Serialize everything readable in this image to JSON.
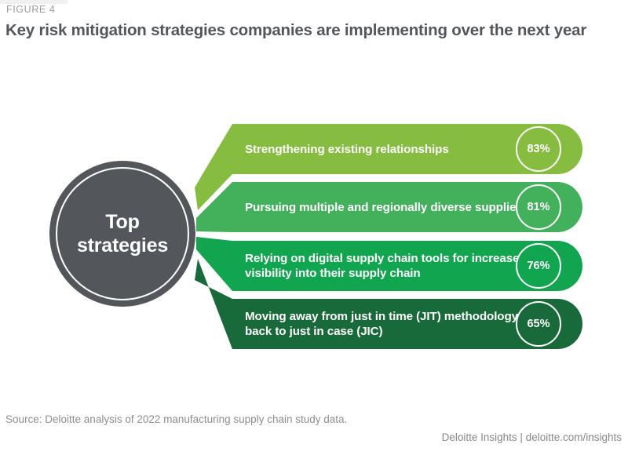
{
  "header": {
    "figure_label": "FIGURE 4",
    "title": "Key risk mitigation strategies companies are implementing over the next year"
  },
  "hub": {
    "line1": "Top",
    "line2": "strategies"
  },
  "footer": {
    "source": "Source: Deloitte analysis of 2022 manufacturing supply chain study data.",
    "brand": "Deloitte Insights | deloitte.com/insights"
  },
  "colors": {
    "hub": "#53565a",
    "title": "#53565a",
    "label": "#9b9ca0",
    "bar1": "#86bc40",
    "bar2": "#43b05c",
    "bar3": "#12a550",
    "bar4": "#186a3b"
  },
  "chart_data": {
    "type": "bar",
    "title": "Key risk mitigation strategies companies are implementing over the next year",
    "xlabel": "",
    "ylabel": "",
    "categories": [
      "Strengthening existing relationships",
      "Pursuing multiple and regionally diverse suppliers",
      "Relying on digital supply chain tools for increased visibility into their supply chain",
      "Moving away from just in time (JIT) methodology back to just in case (JIC)"
    ],
    "values": [
      83,
      81,
      76,
      65
    ],
    "value_labels": [
      "83%",
      "81%",
      "76%",
      "65%"
    ],
    "unit": "%",
    "legend": [],
    "grid": false
  },
  "bars": [
    {
      "label": "Strengthening existing relationships",
      "value_label": "83%",
      "color": "#86bc40"
    },
    {
      "label": "Pursuing multiple and regionally diverse suppliers",
      "value_label": "81%",
      "color": "#43b05c"
    },
    {
      "label": "Relying on digital supply chain tools for increased visibility into their supply chain",
      "value_label": "76%",
      "color": "#12a550"
    },
    {
      "label": "Moving away from just in time (JIT) methodology back to just in case (JIC)",
      "value_label": "65%",
      "color": "#186a3b"
    }
  ]
}
